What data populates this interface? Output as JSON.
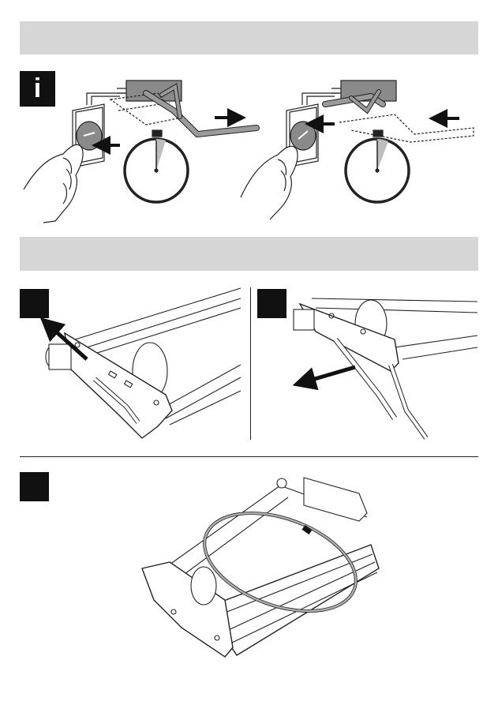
{
  "sections": {
    "info": {
      "badge_text": "i",
      "header_text": ""
    },
    "install": {
      "header_text": ""
    },
    "steps": [
      {
        "label": ""
      },
      {
        "label": ""
      },
      {
        "label": ""
      }
    ]
  },
  "icons": {
    "info": "info-icon",
    "timer": "stopwatch-icon",
    "arrow": "arrow-icon",
    "hand": "hand-icon",
    "switch": "rotary-switch-icon",
    "step": "retractable-step-drawing",
    "strap": "strap-drawing"
  },
  "colors": {
    "header_band": "#d6d6d6",
    "badge": "#111111",
    "line_art": "#222222",
    "highlight": "#7a7a7a",
    "timer_sector": "#bdbdbd"
  }
}
